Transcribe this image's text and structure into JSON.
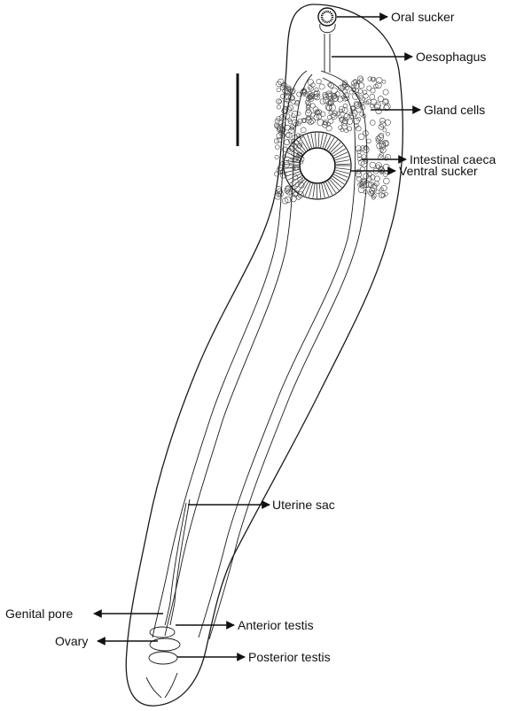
{
  "figure": {
    "labels": {
      "oral_sucker": "Oral sucker",
      "oesophagus": "Oesophagus",
      "gland_cells": "Gland cells",
      "intestinal_caeca": "Intestinal caeca",
      "ventral_sucker": "Ventral sucker",
      "uterine_sac": "Uterine sac",
      "genital_pore": "Genital pore",
      "anterior_testis": "Anterior testis",
      "ovary": "Ovary",
      "posterior_testis": "Posterior testis"
    }
  },
  "colors": {
    "line": "#1a1a1a",
    "background": "#ffffff"
  }
}
